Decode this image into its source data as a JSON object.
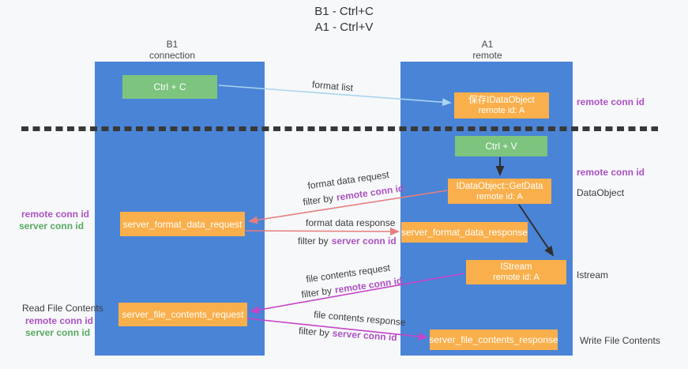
{
  "title": {
    "line1": "B1 - Ctrl+C",
    "line2": "A1 - Ctrl+V"
  },
  "lifelines": {
    "b1": {
      "name": "B1",
      "role": "connection"
    },
    "a1": {
      "name": "A1",
      "role": "remote"
    }
  },
  "nodes": {
    "ctrl_c": {
      "label": "Ctrl + C"
    },
    "save_dataobject": {
      "line1": "保存IDataObject",
      "line2": "remote id: A"
    },
    "ctrl_v": {
      "label": "Ctrl + V"
    },
    "getdata": {
      "line1": "IDataObject::GetData",
      "line2": "remote id: A"
    },
    "format_request": {
      "label": "server_format_data_request"
    },
    "format_response": {
      "label": "server_format_data_response"
    },
    "istream": {
      "line1": "IStream",
      "line2": "remote id: A"
    },
    "file_request": {
      "label": "server_file_contents_request"
    },
    "file_response": {
      "label": "server_file_contents_response"
    }
  },
  "annotations": {
    "right_remote_conn_top": "remote conn id",
    "right_remote_conn_mid": "remote conn id",
    "right_dataobject": "DataObject",
    "right_istream": "Istream",
    "right_write_file": "Write File Contents",
    "left_remote_conn_top": "remote conn id",
    "left_server_conn_top": "server conn id",
    "left_read_file": "Read File Contents",
    "left_remote_conn_bottom": "remote conn id",
    "left_server_conn_bottom": "server conn id"
  },
  "flows": {
    "format_list": {
      "label": "format list"
    },
    "format_data_request": {
      "label": "format data request",
      "filter_prefix": "filter by",
      "filter_key": "remote conn id"
    },
    "format_data_response": {
      "label": "format data response",
      "filter_prefix": "filter by",
      "filter_key": "server conn id"
    },
    "file_contents_request": {
      "label": "file contents request",
      "filter_prefix": "filter by",
      "filter_key": "remote conn id"
    },
    "file_contents_response": {
      "label": "file contents response",
      "filter_prefix": "filter by",
      "filter_key": "server conn id"
    }
  },
  "colors": {
    "background": "#f7f8fa",
    "lifeline_blue": "#4a84d6",
    "node_green": "#7dc47e",
    "node_orange": "#f9af4b",
    "arrow_light_blue": "#aad4f0",
    "arrow_salmon": "#e57e7e",
    "arrow_magenta": "#c544c8",
    "arrow_black": "#2f2f2f",
    "text_purple": "#ab52c2",
    "text_green": "#58aa60",
    "text_dark": "#3c3c3c",
    "divider_dash": "#383838"
  }
}
